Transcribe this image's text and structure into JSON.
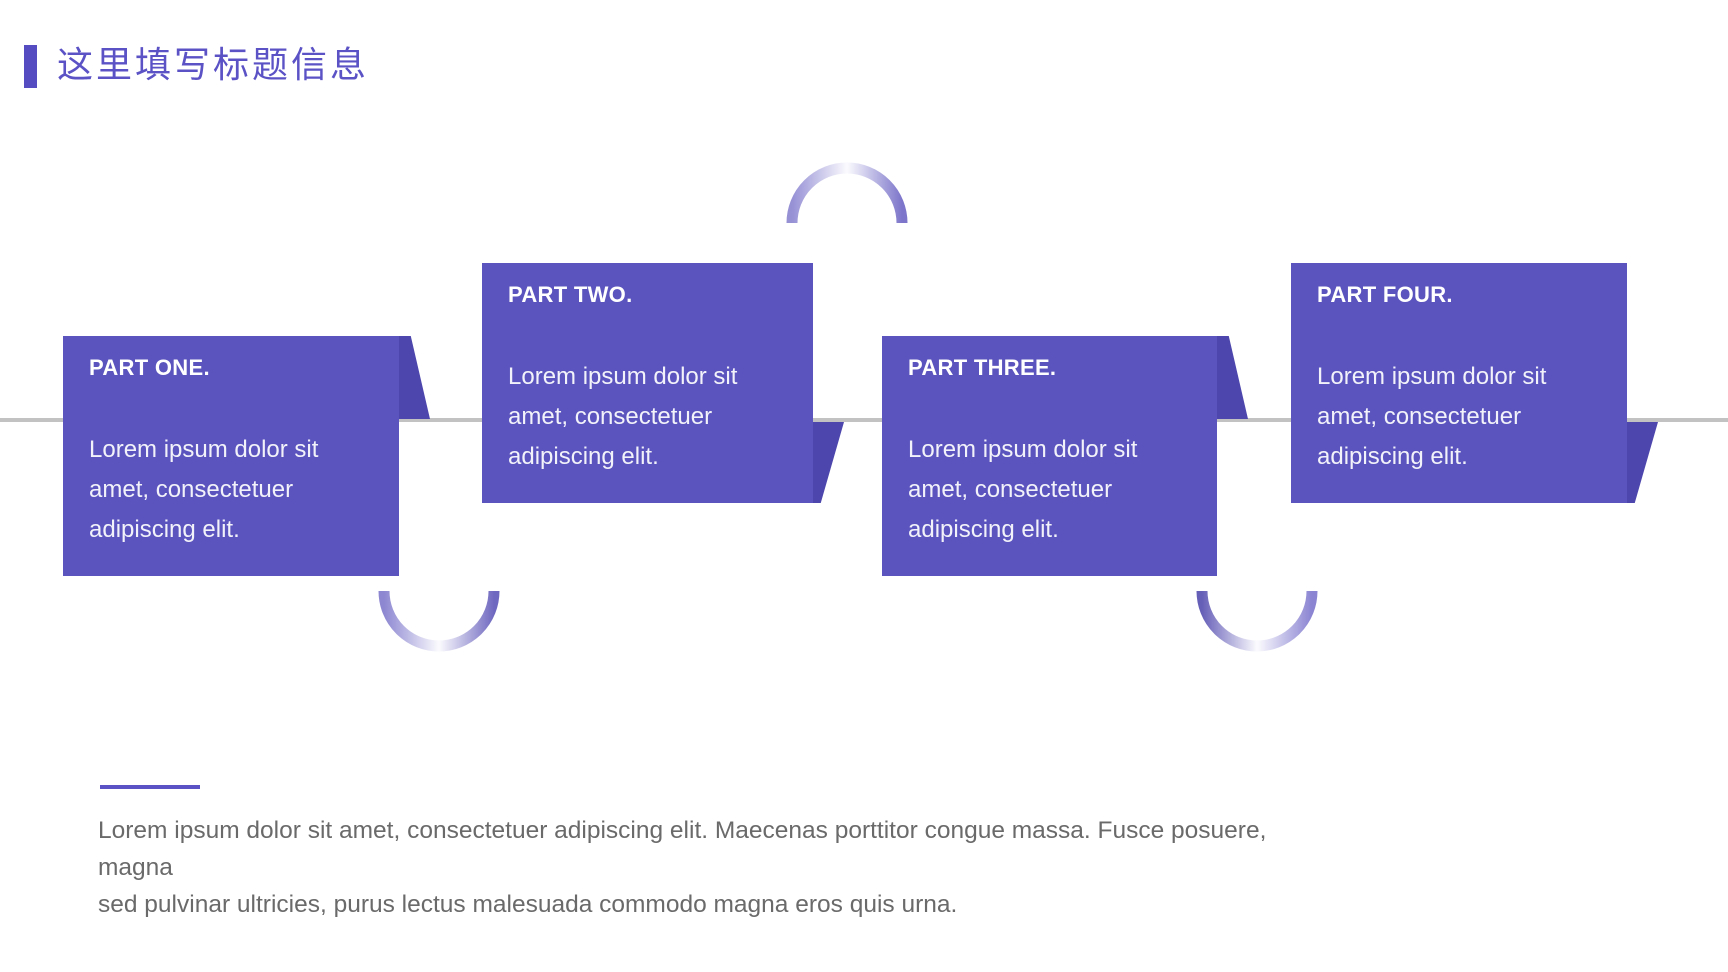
{
  "header": {
    "title": "这里填写标题信息"
  },
  "colors": {
    "accent_purple": "#5B52C6",
    "accent_bar_purple": "#554CC2",
    "box_purple": "#5B54BE",
    "ribbon_fold_purple": "#4D46AD",
    "timeline_gray": "#C2C2C2",
    "footer_text_gray": "#6A6A6A",
    "footer_rule_purple": "#5B52C5",
    "box_text_white": "#F2F2FA"
  },
  "steps": [
    {
      "label": "PART ONE.",
      "body_lines": [
        "Lorem ipsum dolor sit",
        "amet, consectetuer",
        "adipiscing elit."
      ],
      "placement": "below-line"
    },
    {
      "label": "PART TWO.",
      "body_lines": [
        "Lorem ipsum dolor sit",
        "amet, consectetuer",
        "adipiscing elit."
      ],
      "placement": "above-line"
    },
    {
      "label": "PART THREE.",
      "body_lines": [
        "Lorem ipsum dolor sit",
        "amet, consectetuer",
        "adipiscing elit."
      ],
      "placement": "below-line"
    },
    {
      "label": "PART FOUR.",
      "body_lines": [
        "Lorem ipsum dolor sit",
        "amet, consectetuer",
        "adipiscing elit."
      ],
      "placement": "above-line"
    }
  ],
  "connectors": [
    {
      "name": "arc-top-center",
      "shape": "semicircle-up",
      "gradient": [
        "#9690D5",
        "#FBFBFE",
        "#7C75CA"
      ]
    },
    {
      "name": "arc-bottom-left",
      "shape": "semicircle-down",
      "gradient": [
        "#8D87D1",
        "#FBFBFE",
        "#6F68C0"
      ]
    },
    {
      "name": "arc-bottom-right",
      "shape": "semicircle-down",
      "gradient": [
        "#665FB8",
        "#FBFBFE",
        "#8A84D2"
      ]
    }
  ],
  "footer": {
    "lines": [
      "Lorem ipsum dolor sit amet, consectetuer adipiscing elit. Maecenas porttitor congue massa. Fusce posuere, magna",
      "sed pulvinar ultricies, purus lectus malesuada commodo magna eros quis urna."
    ]
  }
}
